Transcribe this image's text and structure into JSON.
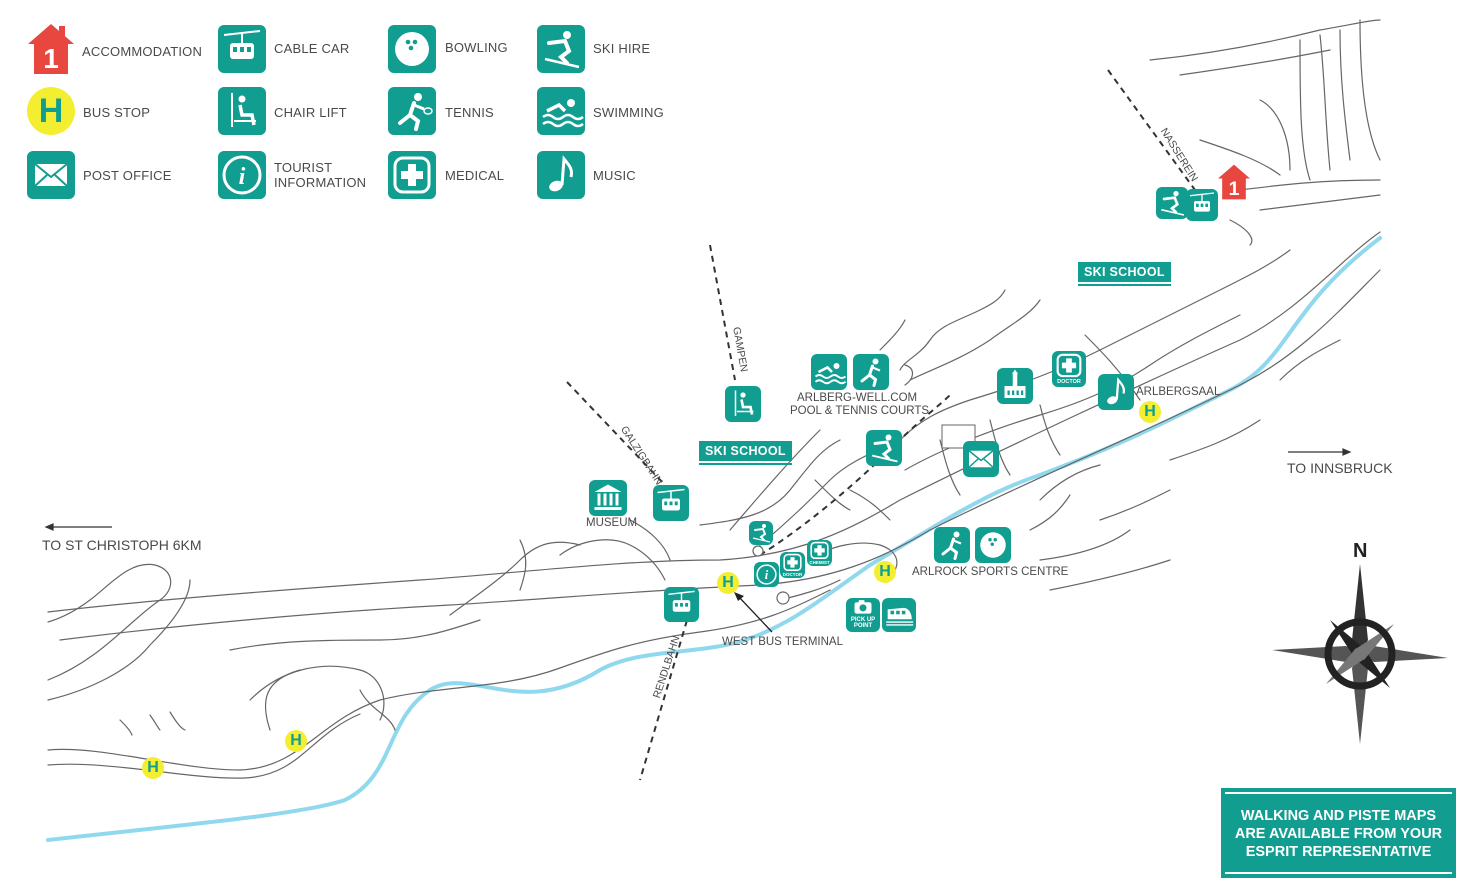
{
  "legend": [
    {
      "icon": "accommodation-icon",
      "label": "ACCOMMODATION"
    },
    {
      "icon": "cable-car-icon",
      "label": "CABLE CAR"
    },
    {
      "icon": "bowling-icon",
      "label": "BOWLING"
    },
    {
      "icon": "ski-hire-icon",
      "label": "SKI HIRE"
    },
    {
      "icon": "bus-stop-icon",
      "label": "BUS STOP"
    },
    {
      "icon": "chair-lift-icon",
      "label": "CHAIR LIFT"
    },
    {
      "icon": "tennis-icon",
      "label": "TENNIS"
    },
    {
      "icon": "swimming-icon",
      "label": "SWIMMING"
    },
    {
      "icon": "post-office-icon",
      "label": "POST OFFICE"
    },
    {
      "icon": "tourist-information-icon",
      "label": "TOURIST INFORMATION"
    },
    {
      "icon": "medical-icon",
      "label": "MEDICAL"
    },
    {
      "icon": "music-icon",
      "label": "MUSIC"
    }
  ],
  "symbols": {
    "accommodation": "1",
    "bus_stop": "H",
    "information": "i",
    "north": "N"
  },
  "places": {
    "nasserein": "NASSEREIN",
    "gampen": "GAMPEN",
    "galzigbahn": "GALZIGBAHN",
    "rendlbahn": "RENDLBAHN",
    "arlberg_well": "ARLBERG-WELL.COM",
    "pool_tennis": "POOL & TENNIS COURTS",
    "arlbergsaal": "ARLBERGSAAL",
    "museum": "MUSEUM",
    "arlrock": "ARLROCK SPORTS CENTRE",
    "west_bus": "WEST BUS TERMINAL",
    "ski_school_1": "SKI SCHOOL",
    "ski_school_2": "SKI SCHOOL",
    "doctor": "DOCTOR",
    "doctor_2": "DOCTOR",
    "chemist": "CHEMIST",
    "pickup": "PICK UP POINT"
  },
  "directions": {
    "innsbruck": "TO INNSBRUCK",
    "st_christoph": "TO ST CHRISTOPH 6KM"
  },
  "notice": {
    "line1": "WALKING AND PISTE MAPS",
    "line2": "ARE AVAILABLE FROM YOUR",
    "line3": "ESPRIT REPRESENTATIVE"
  },
  "colors": {
    "teal": "#129d91",
    "river": "#8fd8ee",
    "bus_yellow": "#f4ee31",
    "accommodation_red": "#e8473f",
    "road": "#666666"
  }
}
